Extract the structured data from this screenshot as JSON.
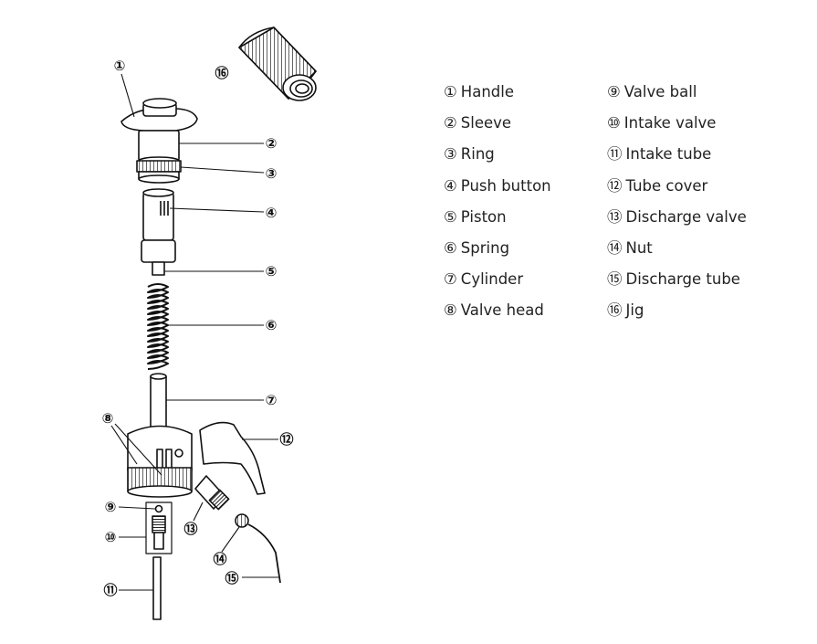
{
  "callouts": {
    "c1": "①",
    "c2": "②",
    "c3": "③",
    "c4": "④",
    "c5": "⑤",
    "c6": "⑥",
    "c7": "⑦",
    "c8": "⑧",
    "c9": "⑨",
    "c10": "⑩",
    "c11": "⑪",
    "c12": "⑫",
    "c13": "⑬",
    "c14": "⑭",
    "c15": "⑮",
    "c16": "⑯"
  },
  "legend": {
    "left": [
      {
        "num": "①",
        "label": "Handle"
      },
      {
        "num": "②",
        "label": "Sleeve"
      },
      {
        "num": "③",
        "label": "Ring"
      },
      {
        "num": "④",
        "label": "Push button"
      },
      {
        "num": "⑤",
        "label": "Piston"
      },
      {
        "num": "⑥",
        "label": "Spring"
      },
      {
        "num": "⑦",
        "label": "Cylinder"
      },
      {
        "num": "⑧",
        "label": "Valve head"
      }
    ],
    "right": [
      {
        "num": "⑨",
        "label": "Valve ball"
      },
      {
        "num": "⑩",
        "label": "Intake valve"
      },
      {
        "num": "⑪",
        "label": "Intake tube"
      },
      {
        "num": "⑫",
        "label": "Tube cover"
      },
      {
        "num": "⑬",
        "label": "Discharge valve"
      },
      {
        "num": "⑭",
        "label": "Nut"
      },
      {
        "num": "⑮",
        "label": "Discharge tube"
      },
      {
        "num": "⑯",
        "label": "Jig"
      }
    ]
  }
}
